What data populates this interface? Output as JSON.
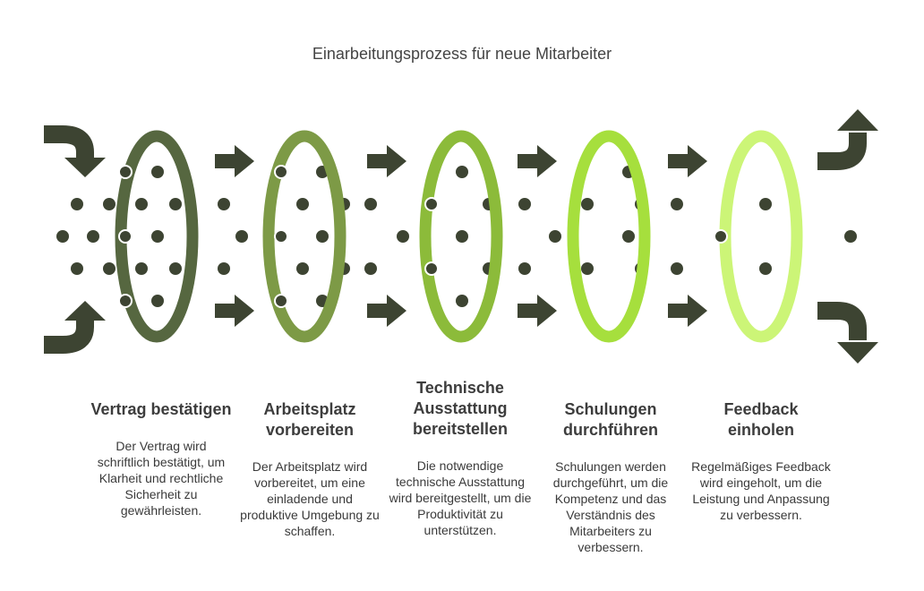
{
  "title": "Einarbeitungsprozess für neue Mitarbeiter",
  "colors": {
    "arrow": "#3d4432",
    "dot": "#3d4432",
    "ring1": "#566740",
    "ring2": "#7d9a46",
    "ring3": "#8cbb3a",
    "ring4": "#a6df3d",
    "ring5": "#ccf577"
  },
  "steps": [
    {
      "title": "Vertrag bestätigen",
      "description": "Der Vertrag wird schriftlich bestätigt, um Klarheit und rechtliche Sicherheit zu gewährleisten."
    },
    {
      "title": "Arbeitsplatz vorbereiten",
      "description": "Der Arbeitsplatz wird vorbereitet, um eine einladende und produktive Umgebung zu schaffen."
    },
    {
      "title": "Technische Ausstattung bereitstellen",
      "description": "Die notwendige technische Ausstattung wird bereitgestellt, um die Produktivität zu unterstützen."
    },
    {
      "title": "Schulungen durchführen",
      "description": "Schulungen werden durchgeführt, um die Kompetenz und das Verständnis des Mitarbeiters zu verbessern."
    },
    {
      "title": "Feedback einholen",
      "description": "Regelmäßiges Feedback wird eingeholt, um die Leistung und Anpassung zu verbessern."
    }
  ]
}
